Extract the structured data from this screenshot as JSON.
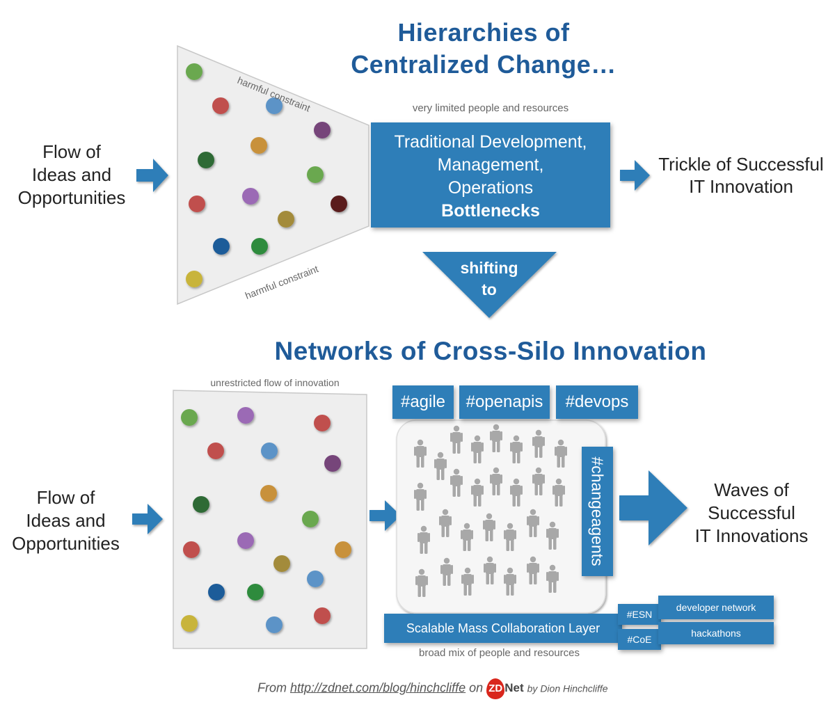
{
  "top": {
    "title_line1": "Hierarchies of",
    "title_line2": "Centralized Change…",
    "flow_line1": "Flow of",
    "flow_line2": "Ideas and",
    "flow_line3": "Opportunities",
    "constraint_top": "harmful constraint",
    "constraint_bottom": "harmful constraint",
    "limited_label": "very limited people and resources",
    "box_line1": "Traditional Development,",
    "box_line2": "Management,",
    "box_line3": "Operations",
    "box_line4": "Bottlenecks",
    "outcome_line1": "Trickle of Successful",
    "outcome_line2": "IT Innovation"
  },
  "shift": {
    "line1": "shifting",
    "line2": "to"
  },
  "bottom": {
    "title": "Networks of Cross-Silo Innovation",
    "flow_line1": "Flow of",
    "flow_line2": "Ideas and",
    "flow_line3": "Opportunities",
    "unrestricted_label": "unrestricted flow of innovation",
    "tags": [
      "#agile",
      "#openapis",
      "#devops"
    ],
    "changeagents": "#changeagents",
    "layer_label": "Scalable Mass Collaboration Layer",
    "esn": "#ESN",
    "coe": "#CoE",
    "developer_network": "developer network",
    "hackathons": "hackathons",
    "broad_label": "broad mix of people and resources",
    "outcome_line1": "Waves of",
    "outcome_line2": "Successful",
    "outcome_line3": "IT Innovations"
  },
  "credit": {
    "from": "From",
    "url": "http://zdnet.com/blog/hinchcliffe",
    "on": "on",
    "logo_zd": "ZD",
    "logo_net": "Net",
    "by": "by Dion Hinchcliffe"
  },
  "colors": {
    "title_blue": "#1f5b99",
    "accent_blue": "#2e7eb8",
    "funnel_fill": "#eeeeee",
    "person_gray": "#a8a8a8",
    "dot_colors": [
      "#6aa84f",
      "#c0504d",
      "#5b93c7",
      "#76447a",
      "#c8913a",
      "#2e6b35",
      "#9b6bb5",
      "#a38b3a",
      "#1f5b99",
      "#5a1e1e",
      "#2e8b3e",
      "#c8b43a"
    ]
  },
  "icons": [
    "right-arrow-icon",
    "down-triangle-icon",
    "person-icon",
    "dot-icon"
  ]
}
